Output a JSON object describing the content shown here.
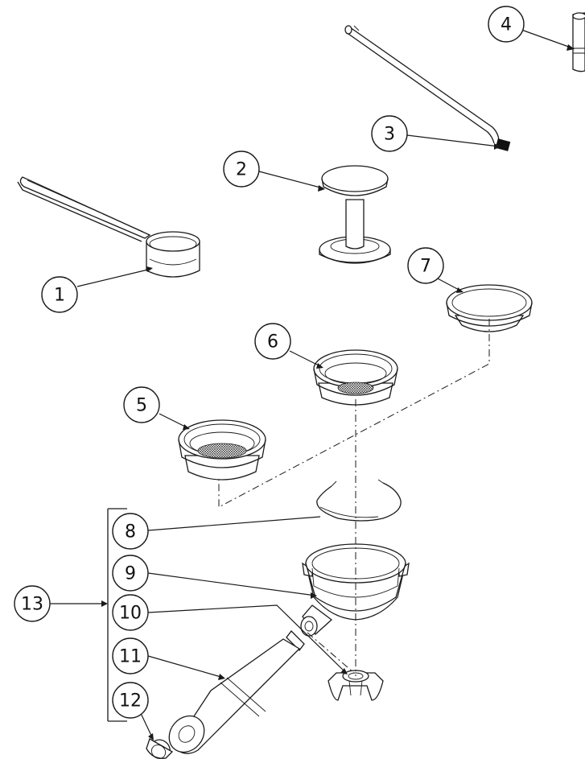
{
  "callouts": [
    {
      "id": "1",
      "label": "1",
      "part": "measuring-scoop"
    },
    {
      "id": "2",
      "label": "2",
      "part": "tamper"
    },
    {
      "id": "3",
      "label": "3",
      "part": "cleaning-brush"
    },
    {
      "id": "4",
      "label": "4",
      "part": "cleaning-pin"
    },
    {
      "id": "5",
      "label": "5",
      "part": "single-wall-filter-basket"
    },
    {
      "id": "6",
      "label": "6",
      "part": "small-filter-basket"
    },
    {
      "id": "7",
      "label": "7",
      "part": "pressurized-filter-basket"
    },
    {
      "id": "8",
      "label": "8",
      "part": "retaining-spring"
    },
    {
      "id": "9",
      "label": "9",
      "part": "portafilter-body"
    },
    {
      "id": "10",
      "label": "10",
      "part": "spout"
    },
    {
      "id": "11",
      "label": "11",
      "part": "handle"
    },
    {
      "id": "12",
      "label": "12",
      "part": "handle-end-cap"
    },
    {
      "id": "13",
      "label": "13",
      "part": "portafilter-assembly"
    }
  ]
}
